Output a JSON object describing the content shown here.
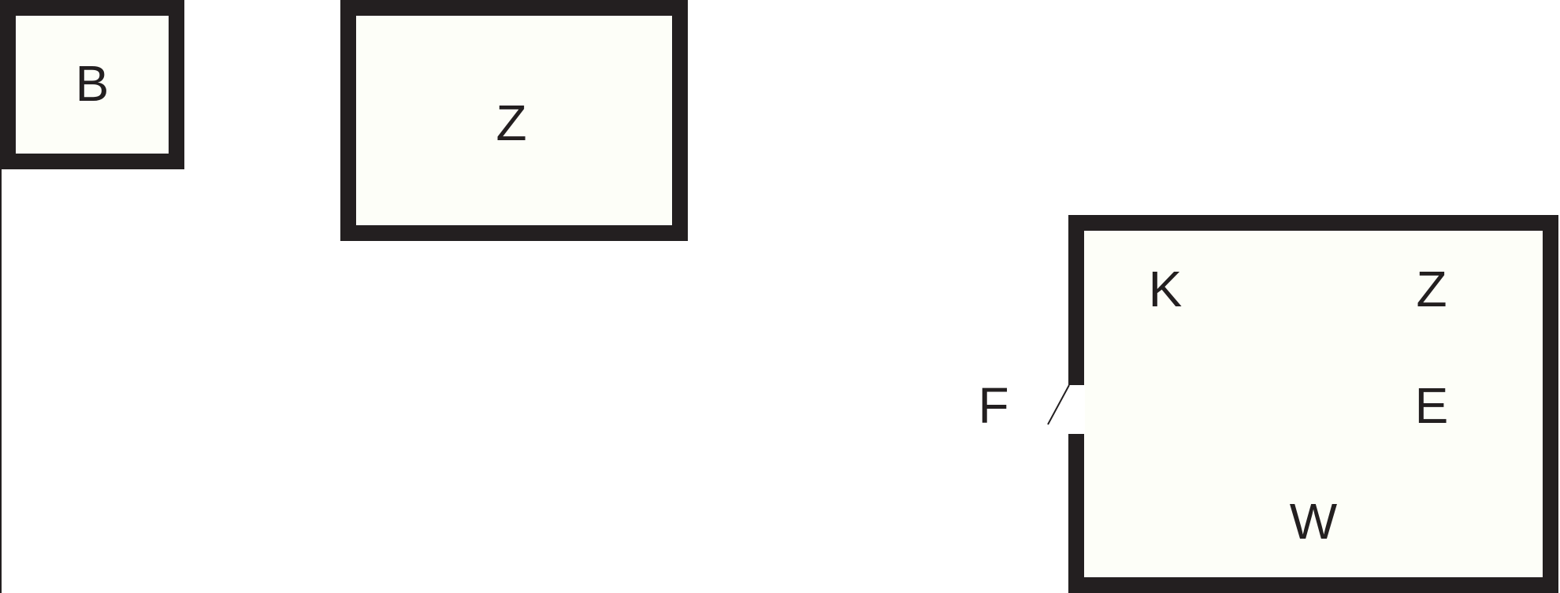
{
  "colors": {
    "wall": "#231f20",
    "room_fill": "#fdfef8",
    "background": "#ffffff",
    "label": "#231f20"
  },
  "rooms": [
    {
      "id": "room-b",
      "label": "B"
    },
    {
      "id": "room-z",
      "label": "Z"
    },
    {
      "id": "room-large",
      "labels": [
        "K",
        "Z",
        "E",
        "W"
      ]
    }
  ],
  "outside_labels": [
    "F"
  ],
  "door": {
    "icon": "door-swing-icon"
  }
}
